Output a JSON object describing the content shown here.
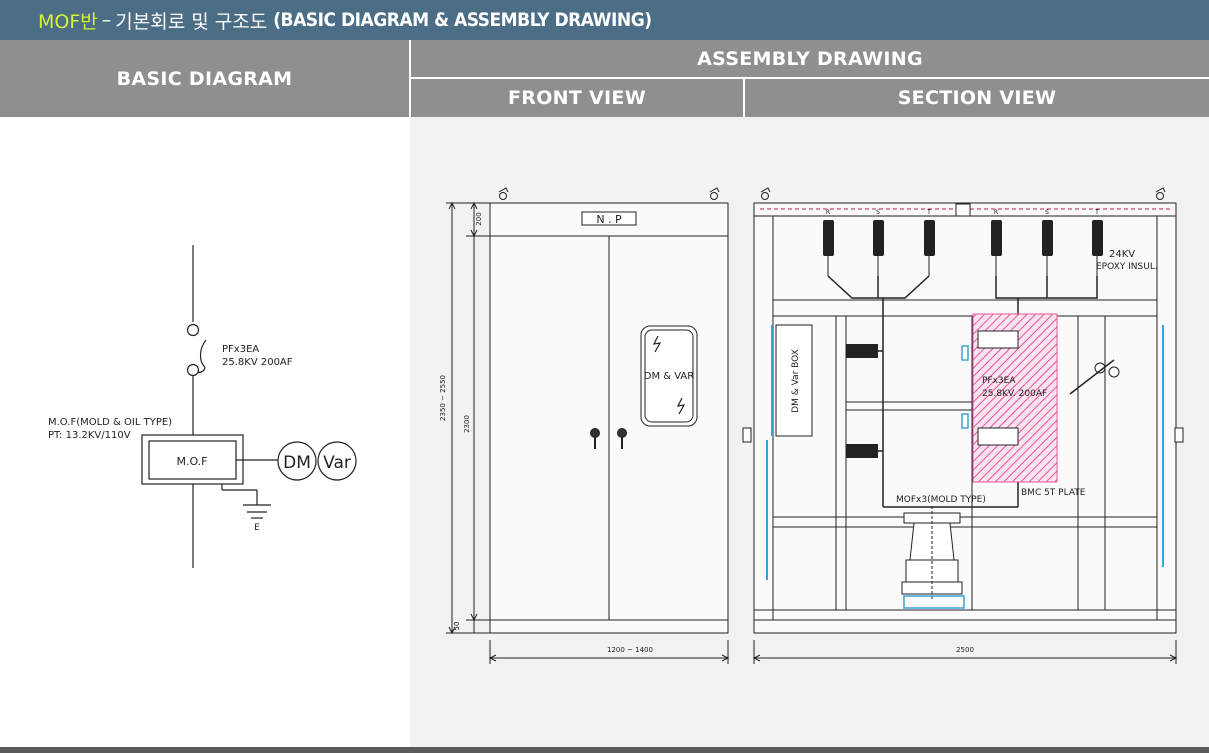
{
  "title": {
    "accent": "MOF반",
    "dash": "–",
    "korean": "기본회로 및 구조도",
    "english": "(BASIC DIAGRAM & ASSEMBLY DRAWING)"
  },
  "headers": {
    "basic": "BASIC DIAGRAM",
    "assembly": "ASSEMBLY DRAWING",
    "front": "FRONT VIEW",
    "section": "SECTION VIEW"
  },
  "basic_diagram": {
    "pf_line1": "PFx3EA",
    "pf_line2": "25.8KV 200AF",
    "mof_line1": "M.O.F(MOLD & OIL TYPE)",
    "mof_line2": "PT: 13.2KV/110V",
    "mof_box": "M.O.F",
    "dm": "DM",
    "var": "Var",
    "earth": "E"
  },
  "front_view": {
    "nameplate": "N . P",
    "meter_window": "DM & VAR",
    "dim_top": "200",
    "dim_total": "2350 ~ 2550",
    "dim_middle": "2300",
    "dim_bottom": "50",
    "dim_width": "1200 ~ 1400"
  },
  "section_view": {
    "phases": [
      "R",
      "S",
      "T",
      "R",
      "S",
      "T"
    ],
    "insulator_1": "24KV",
    "insulator_2": "EPOXY INSUL.",
    "dm_box": "DM & Var BOX",
    "pf_1": "PFx3EA",
    "pf_2": "25.8KV. 200AF",
    "plate": "BMC 5T PLATE",
    "mof": "MOFx3(MOLD TYPE)",
    "dim_width": "2500"
  },
  "colors": {
    "title_bar": "#4b6d86",
    "title_accent": "#d6f23a",
    "header": "#8f8f8f",
    "drawing_bg": "#f2f2f2",
    "pf_hatch": "#e8559a",
    "aux_part": "#3aa4d8"
  }
}
